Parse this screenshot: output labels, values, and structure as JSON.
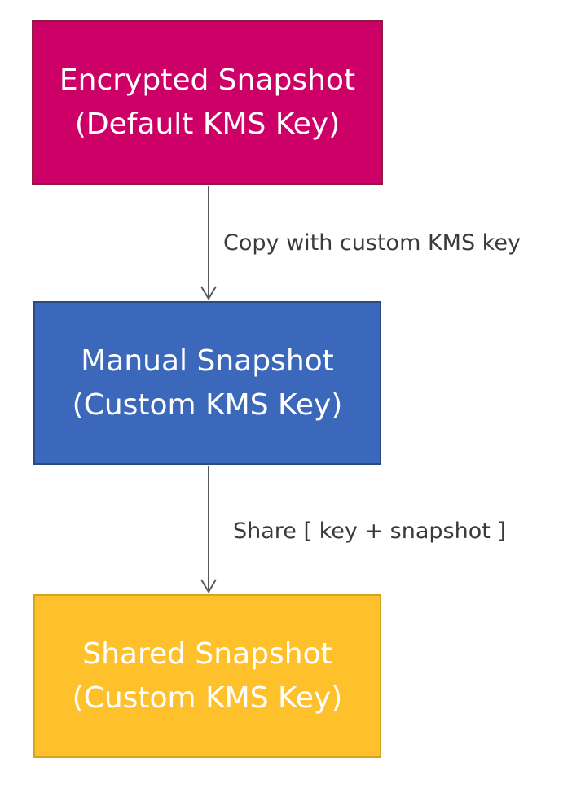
{
  "nodes": [
    {
      "line1": "Encrypted Snapshot",
      "line2": "(Default KMS Key)",
      "color": "#cc0066"
    },
    {
      "line1": "Manual Snapshot",
      "line2": "(Custom KMS Key)",
      "color": "#3b68bb"
    },
    {
      "line1": "Shared Snapshot",
      "line2": "(Custom KMS Key)",
      "color": "#fec02b"
    }
  ],
  "edges": [
    {
      "from": 0,
      "to": 1,
      "label": "Copy with custom KMS key"
    },
    {
      "from": 1,
      "to": 2,
      "label": "Share [ key + snapshot ]"
    }
  ],
  "connector_color": "#5a5a5a"
}
